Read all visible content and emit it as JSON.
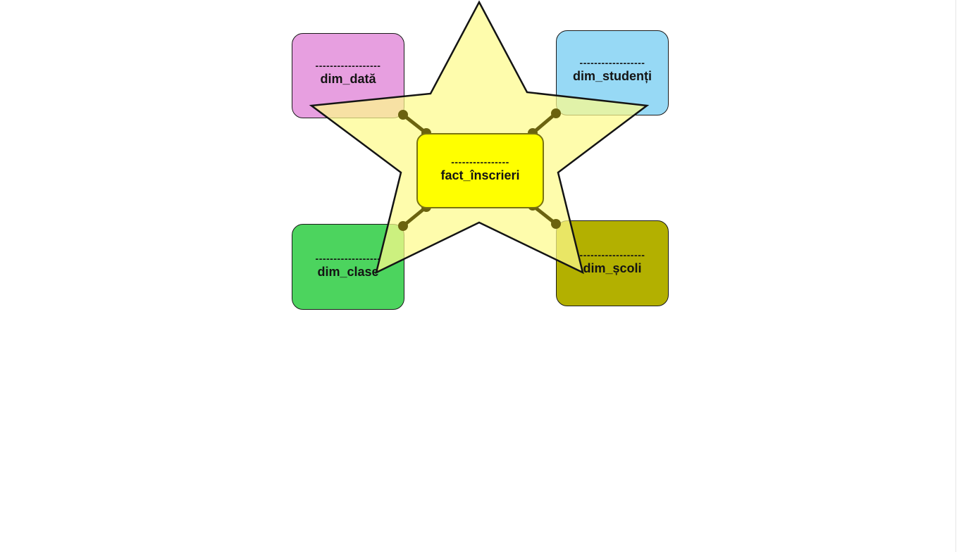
{
  "diagram": {
    "fact": {
      "separator": "----------------",
      "name": "fact_înscrieri",
      "color": "#ffff00"
    },
    "dimensions": {
      "dim_data": {
        "separator": "------------------",
        "name": "dim_dată",
        "color": "#e79fe0"
      },
      "dim_studenti": {
        "separator": "------------------",
        "name": "dim_studenți",
        "color": "#97d9f5"
      },
      "dim_clase": {
        "separator": "------------------",
        "name": "dim_clase",
        "color": "#4cd45e"
      },
      "dim_scoli": {
        "separator": "------------------",
        "name": "dim_școli",
        "color": "#b3b000"
      }
    },
    "star_color": "#fefb8c",
    "connector_color": "#6b630f"
  }
}
